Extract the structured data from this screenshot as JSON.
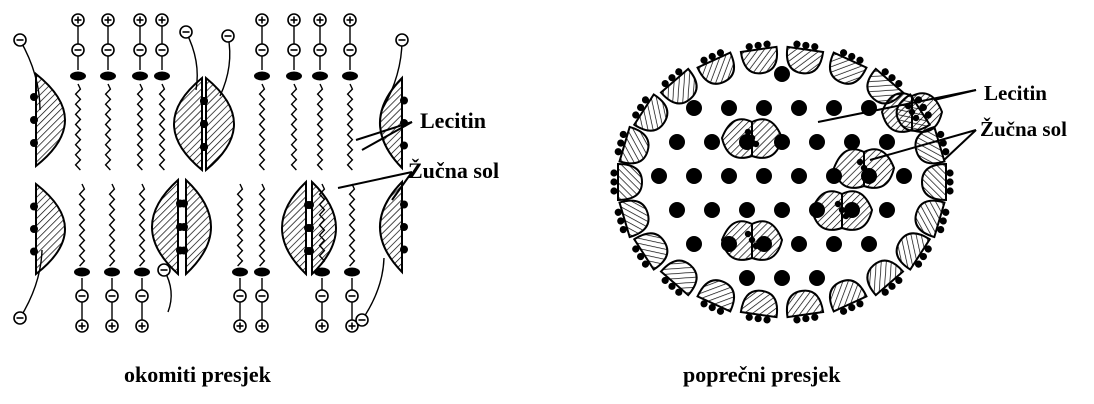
{
  "diagram": {
    "left": {
      "label_lecithin": "Lecitin",
      "label_bile_salt": "Žučna sol",
      "caption": "okomiti presjek"
    },
    "right": {
      "label_lecithin": "Lecitin",
      "label_bile_salt": "Žučna sol",
      "caption": "poprečni presjek"
    },
    "colors": {
      "ink": "#000000",
      "background": "#ffffff"
    },
    "icons": {
      "plus_charge": "plus-charge-icon",
      "minus_charge": "minus-charge-icon"
    }
  }
}
